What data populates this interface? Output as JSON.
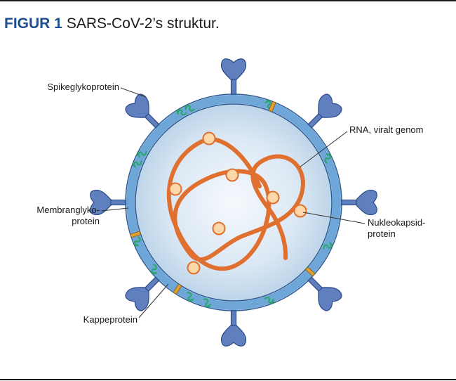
{
  "title": {
    "label": "FIGUR 1",
    "text": "SARS-CoV-2’s struktur."
  },
  "labels": {
    "spike": "Spikeglykoprotein",
    "rna": "RNA, viralt genom",
    "membrane_line1": "Membranglyko-",
    "membrane_line2": "protein",
    "nucleocapsid_line1": "Nukleokapsid-",
    "nucleocapsid_line2": "protein",
    "envelope": "Kappeprotein"
  },
  "colors": {
    "title_accent": "#1f4e8c",
    "spike_fill": "#5f7fbf",
    "spike_stroke": "#2c4a86",
    "membrane": "#6fa6d8",
    "membrane_stroke": "#2c5a92",
    "interior_center": "#f4f8fc",
    "interior_edge": "#b9d3e9",
    "m_protein": "#2aa76a",
    "e_protein": "#e0a030",
    "rna": "#e07030",
    "n_protein_fill": "#fcd8a8",
    "n_protein_stroke": "#e07030"
  }
}
